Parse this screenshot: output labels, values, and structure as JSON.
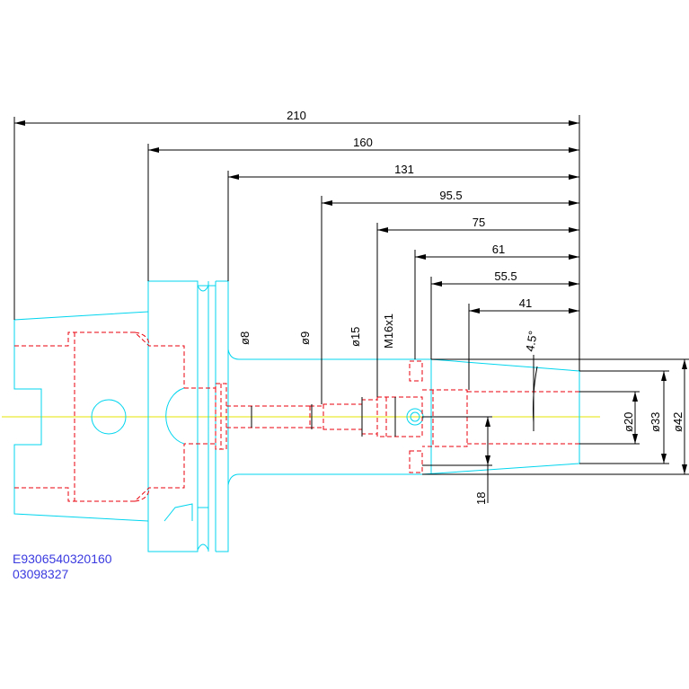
{
  "drawing": {
    "dimensions": {
      "length_210": "210",
      "length_160": "160",
      "length_131": "131",
      "length_95_5": "95.5",
      "length_75": "75",
      "length_61": "61",
      "length_55_5": "55.5",
      "length_41": "41",
      "dia_8": "ø8",
      "dia_9": "ø9",
      "dia_15": "ø15",
      "thread": "M16x1",
      "angle": "4.5°",
      "dia_20": "ø20",
      "dia_33": "ø33",
      "dia_42": "ø42",
      "depth_18": "18"
    },
    "codes": {
      "part_number": "E9306540320160",
      "order_number": "03098327"
    },
    "colors": {
      "outline": "#00d5ee",
      "hidden": "#e8000b",
      "dimension": "#000000",
      "centerline": "#e6e600",
      "text_code": "#3a3ae0"
    }
  }
}
